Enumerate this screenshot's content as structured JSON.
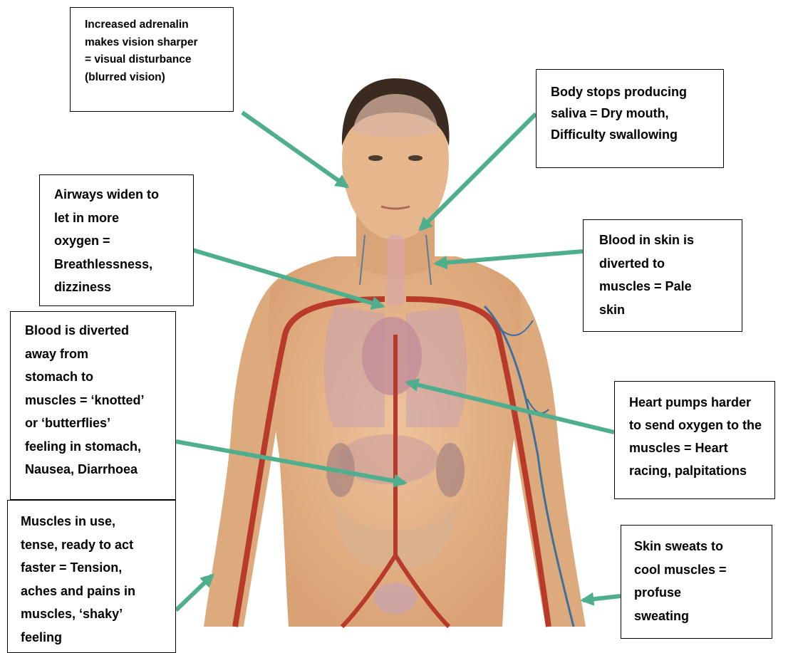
{
  "callouts": {
    "vision": {
      "lines": [
        "Increased adrenalin",
        "makes vision sharper",
        "= visual disturbance",
        "(blurred vision)"
      ]
    },
    "saliva": {
      "lines": [
        "Body stops producing",
        "saliva = Dry mouth,",
        "Difficulty swallowing"
      ]
    },
    "airways": {
      "lines": [
        "Airways widen to",
        "let in more",
        "oxygen =",
        "Breathlessness,",
        "dizziness"
      ]
    },
    "skin": {
      "lines": [
        "Blood in skin is",
        "diverted to",
        "muscles = Pale",
        "skin"
      ]
    },
    "stomach": {
      "lines": [
        "Blood is diverted",
        "away from",
        "stomach to",
        "muscles = ‘knotted’",
        "or ‘butterflies’",
        "feeling in stomach,",
        "Nausea, Diarrhoea"
      ]
    },
    "heart": {
      "lines": [
        "Heart pumps harder",
        "to send oxygen to the",
        "muscles = Heart",
        "racing, palpitations"
      ]
    },
    "muscles": {
      "lines": [
        "Muscles in use,",
        "tense, ready to act",
        "faster = Tension,",
        "aches and pains in",
        "muscles, ‘shaky’",
        "feeling"
      ]
    },
    "sweat": {
      "lines": [
        "Skin sweats to",
        "cool muscles =",
        "profuse",
        "sweating"
      ]
    }
  },
  "colors": {
    "arrow": "#4fae8d",
    "skin": "#e8b98f",
    "skin_shade": "#cf9a6c",
    "hair": "#3a2a1f",
    "artery": "#b83a2a",
    "vein": "#3d6fa0",
    "organ": "#c9a2ad"
  }
}
